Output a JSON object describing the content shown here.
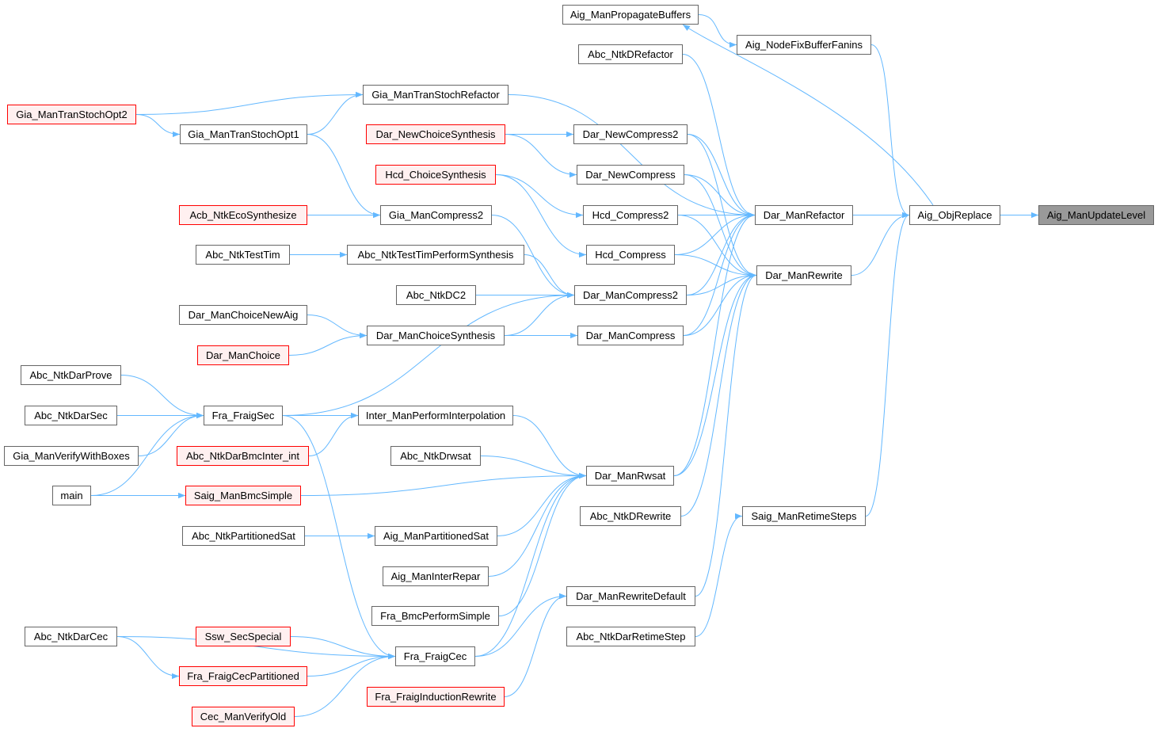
{
  "graph": {
    "type": "caller-graph",
    "edge_color": "#63b8ff",
    "root": "Aig_ManUpdateLevel",
    "nodes": [
      {
        "id": "Aig_ManUpdateLevel",
        "label": "Aig_ManUpdateLevel",
        "style": "root"
      },
      {
        "id": "Aig_ObjReplace",
        "label": "Aig_ObjReplace",
        "style": "normal"
      },
      {
        "id": "Aig_ManPropagateBuffers",
        "label": "Aig_ManPropagateBuffers",
        "style": "normal"
      },
      {
        "id": "Aig_NodeFixBufferFanins",
        "label": "Aig_NodeFixBufferFanins",
        "style": "normal"
      },
      {
        "id": "Abc_NtkDRefactor",
        "label": "Abc_NtkDRefactor",
        "style": "normal"
      },
      {
        "id": "Gia_ManTranStochRefactor",
        "label": "Gia_ManTranStochRefactor",
        "style": "normal"
      },
      {
        "id": "Gia_ManTranStochOpt2",
        "label": "Gia_ManTranStochOpt2",
        "style": "red"
      },
      {
        "id": "Gia_ManTranStochOpt1",
        "label": "Gia_ManTranStochOpt1",
        "style": "normal"
      },
      {
        "id": "Dar_NewChoiceSynthesis",
        "label": "Dar_NewChoiceSynthesis",
        "style": "red"
      },
      {
        "id": "Dar_NewCompress2",
        "label": "Dar_NewCompress2",
        "style": "normal"
      },
      {
        "id": "Hcd_ChoiceSynthesis",
        "label": "Hcd_ChoiceSynthesis",
        "style": "red"
      },
      {
        "id": "Dar_NewCompress",
        "label": "Dar_NewCompress",
        "style": "normal"
      },
      {
        "id": "Acb_NtkEcoSynthesize",
        "label": "Acb_NtkEcoSynthesize",
        "style": "red"
      },
      {
        "id": "Gia_ManCompress2",
        "label": "Gia_ManCompress2",
        "style": "normal"
      },
      {
        "id": "Hcd_Compress2",
        "label": "Hcd_Compress2",
        "style": "normal"
      },
      {
        "id": "Dar_ManRefactor",
        "label": "Dar_ManRefactor",
        "style": "normal"
      },
      {
        "id": "Abc_NtkTestTim",
        "label": "Abc_NtkTestTim",
        "style": "normal"
      },
      {
        "id": "Abc_NtkTestTimPerformSynthesis",
        "label": "Abc_NtkTestTimPerformSynthesis",
        "style": "normal"
      },
      {
        "id": "Hcd_Compress",
        "label": "Hcd_Compress",
        "style": "normal"
      },
      {
        "id": "Dar_ManRewrite",
        "label": "Dar_ManRewrite",
        "style": "normal"
      },
      {
        "id": "Abc_NtkDC2",
        "label": "Abc_NtkDC2",
        "style": "normal"
      },
      {
        "id": "Dar_ManCompress2",
        "label": "Dar_ManCompress2",
        "style": "normal"
      },
      {
        "id": "Dar_ManChoiceNewAig",
        "label": "Dar_ManChoiceNewAig",
        "style": "normal"
      },
      {
        "id": "Dar_ManChoiceSynthesis",
        "label": "Dar_ManChoiceSynthesis",
        "style": "normal"
      },
      {
        "id": "Dar_ManCompress",
        "label": "Dar_ManCompress",
        "style": "normal"
      },
      {
        "id": "Dar_ManChoice",
        "label": "Dar_ManChoice",
        "style": "red"
      },
      {
        "id": "Abc_NtkDarProve",
        "label": "Abc_NtkDarProve",
        "style": "normal"
      },
      {
        "id": "Fra_FraigSec",
        "label": "Fra_FraigSec",
        "style": "normal"
      },
      {
        "id": "Abc_NtkDarSec",
        "label": "Abc_NtkDarSec",
        "style": "normal"
      },
      {
        "id": "Inter_ManPerformInterpolation",
        "label": "Inter_ManPerformInterpolation",
        "style": "normal"
      },
      {
        "id": "Gia_ManVerifyWithBoxes",
        "label": "Gia_ManVerifyWithBoxes",
        "style": "normal"
      },
      {
        "id": "Abc_NtkDarBmcInter_int",
        "label": "Abc_NtkDarBmcInter_int",
        "style": "red"
      },
      {
        "id": "Abc_NtkDrwsat",
        "label": "Abc_NtkDrwsat",
        "style": "normal"
      },
      {
        "id": "Dar_ManRwsat",
        "label": "Dar_ManRwsat",
        "style": "normal"
      },
      {
        "id": "main",
        "label": "main",
        "style": "normal"
      },
      {
        "id": "Saig_ManBmcSimple",
        "label": "Saig_ManBmcSimple",
        "style": "red"
      },
      {
        "id": "Abc_NtkDRewrite",
        "label": "Abc_NtkDRewrite",
        "style": "normal"
      },
      {
        "id": "Saig_ManRetimeSteps",
        "label": "Saig_ManRetimeSteps",
        "style": "normal"
      },
      {
        "id": "Abc_NtkPartitionedSat",
        "label": "Abc_NtkPartitionedSat",
        "style": "normal"
      },
      {
        "id": "Aig_ManPartitionedSat",
        "label": "Aig_ManPartitionedSat",
        "style": "normal"
      },
      {
        "id": "Aig_ManInterRepar",
        "label": "Aig_ManInterRepar",
        "style": "normal"
      },
      {
        "id": "Dar_ManRewriteDefault",
        "label": "Dar_ManRewriteDefault",
        "style": "normal"
      },
      {
        "id": "Fra_BmcPerformSimple",
        "label": "Fra_BmcPerformSimple",
        "style": "normal"
      },
      {
        "id": "Abc_NtkDarCec",
        "label": "Abc_NtkDarCec",
        "style": "normal"
      },
      {
        "id": "Ssw_SecSpecial",
        "label": "Ssw_SecSpecial",
        "style": "red"
      },
      {
        "id": "Abc_NtkDarRetimeStep",
        "label": "Abc_NtkDarRetimeStep",
        "style": "normal"
      },
      {
        "id": "Fra_FraigCec",
        "label": "Fra_FraigCec",
        "style": "normal"
      },
      {
        "id": "Fra_FraigCecPartitioned",
        "label": "Fra_FraigCecPartitioned",
        "style": "red"
      },
      {
        "id": "Fra_FraigInductionRewrite",
        "label": "Fra_FraigInductionRewrite",
        "style": "red"
      },
      {
        "id": "Cec_ManVerifyOld",
        "label": "Cec_ManVerifyOld",
        "style": "red"
      }
    ],
    "edges": [
      [
        "Aig_ObjReplace",
        "Aig_ManUpdateLevel"
      ],
      [
        "Aig_NodeFixBufferFanins",
        "Aig_ObjReplace"
      ],
      [
        "Aig_ManPropagateBuffers",
        "Aig_NodeFixBufferFanins"
      ],
      [
        "Aig_ObjReplace",
        "Aig_ManPropagateBuffers"
      ],
      [
        "Dar_ManRefactor",
        "Aig_ObjReplace"
      ],
      [
        "Dar_ManRewrite",
        "Aig_ObjReplace"
      ],
      [
        "Saig_ManRetimeSteps",
        "Aig_ObjReplace"
      ],
      [
        "Abc_NtkDRefactor",
        "Dar_ManRefactor"
      ],
      [
        "Gia_ManTranStochRefactor",
        "Dar_ManRefactor"
      ],
      [
        "Dar_NewCompress2",
        "Dar_ManRefactor"
      ],
      [
        "Dar_NewCompress2",
        "Dar_ManRewrite"
      ],
      [
        "Dar_NewCompress",
        "Dar_ManRefactor"
      ],
      [
        "Dar_NewCompress",
        "Dar_ManRewrite"
      ],
      [
        "Hcd_Compress2",
        "Dar_ManRefactor"
      ],
      [
        "Hcd_Compress2",
        "Dar_ManRewrite"
      ],
      [
        "Hcd_Compress",
        "Dar_ManRefactor"
      ],
      [
        "Hcd_Compress",
        "Dar_ManRewrite"
      ],
      [
        "Dar_ManCompress2",
        "Dar_ManRefactor"
      ],
      [
        "Dar_ManCompress2",
        "Dar_ManRewrite"
      ],
      [
        "Dar_ManCompress",
        "Dar_ManRefactor"
      ],
      [
        "Dar_ManCompress",
        "Dar_ManRewrite"
      ],
      [
        "Dar_ManRwsat",
        "Dar_ManRefactor"
      ],
      [
        "Dar_ManRwsat",
        "Dar_ManRewrite"
      ],
      [
        "Abc_NtkDRewrite",
        "Dar_ManRewrite"
      ],
      [
        "Dar_ManRewriteDefault",
        "Dar_ManRewrite"
      ],
      [
        "Abc_NtkDarRetimeStep",
        "Saig_ManRetimeSteps"
      ],
      [
        "Gia_ManTranStochOpt2",
        "Gia_ManTranStochRefactor"
      ],
      [
        "Gia_ManTranStochOpt2",
        "Gia_ManTranStochOpt1"
      ],
      [
        "Gia_ManTranStochOpt1",
        "Gia_ManTranStochRefactor"
      ],
      [
        "Gia_ManTranStochOpt1",
        "Gia_ManCompress2"
      ],
      [
        "Dar_NewChoiceSynthesis",
        "Dar_NewCompress2"
      ],
      [
        "Dar_NewChoiceSynthesis",
        "Dar_NewCompress"
      ],
      [
        "Hcd_ChoiceSynthesis",
        "Hcd_Compress2"
      ],
      [
        "Hcd_ChoiceSynthesis",
        "Hcd_Compress"
      ],
      [
        "Acb_NtkEcoSynthesize",
        "Gia_ManCompress2"
      ],
      [
        "Gia_ManCompress2",
        "Dar_ManCompress2"
      ],
      [
        "Abc_NtkTestTim",
        "Abc_NtkTestTimPerformSynthesis"
      ],
      [
        "Abc_NtkTestTimPerformSynthesis",
        "Dar_ManCompress2"
      ],
      [
        "Abc_NtkDC2",
        "Dar_ManCompress2"
      ],
      [
        "Dar_ManChoiceSynthesis",
        "Dar_ManCompress2"
      ],
      [
        "Dar_ManChoiceSynthesis",
        "Dar_ManCompress"
      ],
      [
        "Dar_ManChoiceNewAig",
        "Dar_ManChoiceSynthesis"
      ],
      [
        "Dar_ManChoice",
        "Dar_ManChoiceSynthesis"
      ],
      [
        "Fra_FraigSec",
        "Dar_ManCompress2"
      ],
      [
        "Fra_FraigSec",
        "Inter_ManPerformInterpolation"
      ],
      [
        "Fra_FraigSec",
        "Fra_FraigCec"
      ],
      [
        "Abc_NtkDarProve",
        "Fra_FraigSec"
      ],
      [
        "Abc_NtkDarSec",
        "Fra_FraigSec"
      ],
      [
        "Gia_ManVerifyWithBoxes",
        "Fra_FraigSec"
      ],
      [
        "main",
        "Fra_FraigSec"
      ],
      [
        "main",
        "Saig_ManBmcSimple"
      ],
      [
        "Inter_ManPerformInterpolation",
        "Dar_ManRwsat"
      ],
      [
        "Abc_NtkDarBmcInter_int",
        "Inter_ManPerformInterpolation"
      ],
      [
        "Abc_NtkDrwsat",
        "Dar_ManRwsat"
      ],
      [
        "Saig_ManBmcSimple",
        "Dar_ManRwsat"
      ],
      [
        "Abc_NtkPartitionedSat",
        "Aig_ManPartitionedSat"
      ],
      [
        "Aig_ManPartitionedSat",
        "Dar_ManRwsat"
      ],
      [
        "Aig_ManInterRepar",
        "Dar_ManRwsat"
      ],
      [
        "Fra_BmcPerformSimple",
        "Dar_ManRwsat"
      ],
      [
        "Fra_FraigCec",
        "Dar_ManRwsat"
      ],
      [
        "Fra_FraigCec",
        "Dar_ManRewriteDefault"
      ],
      [
        "Abc_NtkDarCec",
        "Fra_FraigCec"
      ],
      [
        "Abc_NtkDarCec",
        "Fra_FraigCecPartitioned"
      ],
      [
        "Ssw_SecSpecial",
        "Fra_FraigCec"
      ],
      [
        "Fra_FraigCecPartitioned",
        "Fra_FraigCec"
      ],
      [
        "Cec_ManVerifyOld",
        "Fra_FraigCec"
      ],
      [
        "Fra_FraigInductionRewrite",
        "Dar_ManRewriteDefault"
      ]
    ]
  }
}
